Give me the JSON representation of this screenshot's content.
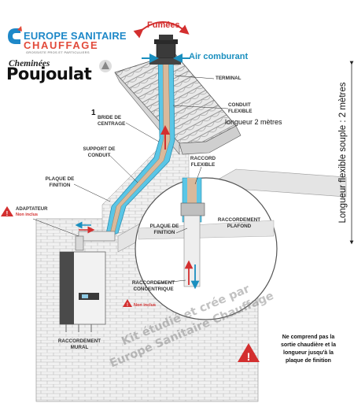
{
  "brand": {
    "line1": "EUROPE SANITAIRE",
    "line2": "CHAUFFAGE",
    "tagline": "GROSSISTE PROS ET PARTICULIERS",
    "partner_line1": "Cheminées",
    "partner_line2": "Poujoulat"
  },
  "labels": {
    "fumees": "Fumées",
    "air_comburant": "Air comburant",
    "terminal": "TERMINAL",
    "conduit_flexible": "CONDUIT FLEXIBLE",
    "longueur_2m": "longueur 2 mètres",
    "bride_num": "1",
    "bride": "BRIDE DE CENTRAGE",
    "support": "SUPPORT DE CONDUIT",
    "raccord_flexible": "RACCORD FLEXIBLE",
    "plaque_finition": "PLAQUE DE FINITION",
    "plaque_finition_2": "PLAQUE DE FINITION",
    "adaptateur": "ADAPTATEUR",
    "non_inclus": "Non inclus",
    "raccordement_plafond": "RACCORDEMENT PLAFOND",
    "raccordement_concentrique": "RACCORDEMENT CONCENTRIQUE",
    "non_inclus_2": "Non inclus",
    "raccordement_mural": "RACCORDEMENT MURAL"
  },
  "side_text": "Longueur flexible souple : 2 mètres",
  "watermark": {
    "line1": "Kit étudié et crée par",
    "line2": "Europe Sanitaire Chauffage"
  },
  "note": {
    "line1": "Ne comprend pas la",
    "line2": "sortie chaudière et la",
    "line3": "longueur jusqu'à la",
    "line4": "plaque de finition"
  },
  "colors": {
    "duct_blue": "#5ac6e6",
    "flue_tan": "#d9b99b",
    "warning_red": "#d32f2f",
    "brand_blue": "#1e88c8",
    "brand_red": "#e24a3a"
  },
  "icons": {
    "warning": "warning-triangle-icon",
    "logo": "brand-logo-icon",
    "chimney": "chimney-icon"
  }
}
